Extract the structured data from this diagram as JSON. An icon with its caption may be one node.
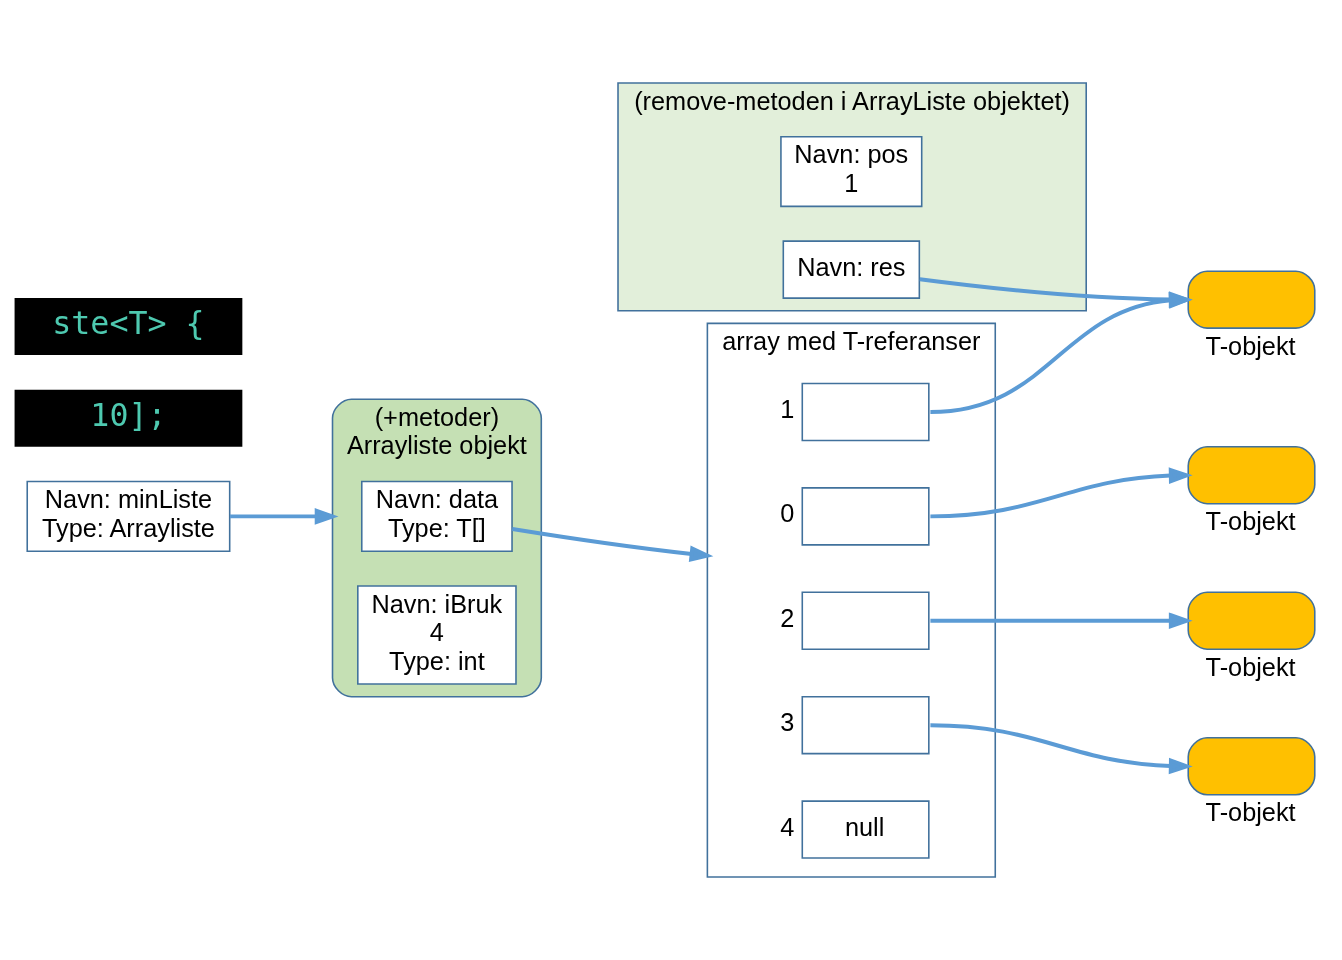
{
  "diagram": {
    "nodes": [
      {
        "text": [
          "(remove-metoden i ArrayListe objektet)"
        ]
      },
      {
        "text": [
          "Navn: pos",
          "1"
        ],
        "in": 0
      },
      {
        "text": [
          "Navn: res"
        ],
        "in": 0
      },
      {
        "text": [
          "Navn: minListe",
          "Type: Arrayliste"
        ]
      },
      {
        "text": [
          "(+metoder)"
        ],
        "beside": [
          "Arrayliste objekt"
        ]
      },
      {
        "text": [
          "Navn: data",
          "Type: T[]"
        ],
        "in": 4
      },
      {
        "text": [
          "Navn: iBruk",
          "4",
          "Type: int"
        ],
        "in": 4
      },
      {
        "text": [],
        "shape": "box",
        "beside": [
          "array med T-referanser"
        ]
      },
      {
        "text": [],
        "shape": "box",
        "in": 7,
        "beside": [
          "0"
        ]
      },
      {
        "text": [],
        "shape": "box",
        "in": 7,
        "beside": [
          "1"
        ]
      },
      {
        "text": [],
        "shape": "box",
        "in": 7,
        "beside": [
          "2"
        ]
      },
      {
        "text": [],
        "shape": "box",
        "in": 7,
        "beside": [
          "3"
        ]
      },
      {
        "text": [
          "null"
        ],
        "in": 7,
        "beside": [
          "4"
        ]
      },
      {
        "text": [],
        "shape": "box",
        "beside": [
          "T-objekt"
        ]
      },
      {
        "text": [],
        "shape": "box",
        "beside": [
          "T-objekt"
        ]
      },
      {
        "text": [],
        "shape": "box",
        "beside": [
          "T-objekt"
        ]
      },
      {
        "text": [],
        "shape": "box",
        "beside": [
          "T-objekt"
        ]
      }
    ],
    "edges": [
      {
        "from": 3,
        "to": 4,
        "arrow": "to"
      },
      {
        "from": 5,
        "to": 7,
        "arrow": "to"
      },
      {
        "from": 8,
        "to": 13,
        "arrow": "to"
      },
      {
        "from": 9,
        "to": 14,
        "arrow": "to"
      },
      {
        "from": 10,
        "to": 15,
        "arrow": "to"
      },
      {
        "from": 11,
        "to": 16,
        "arrow": "to"
      },
      {
        "from": 2,
        "to": 14,
        "arrow": "to"
      }
    ],
    "labels": [
      "ste<T> {",
      "10];"
    ]
  }
}
